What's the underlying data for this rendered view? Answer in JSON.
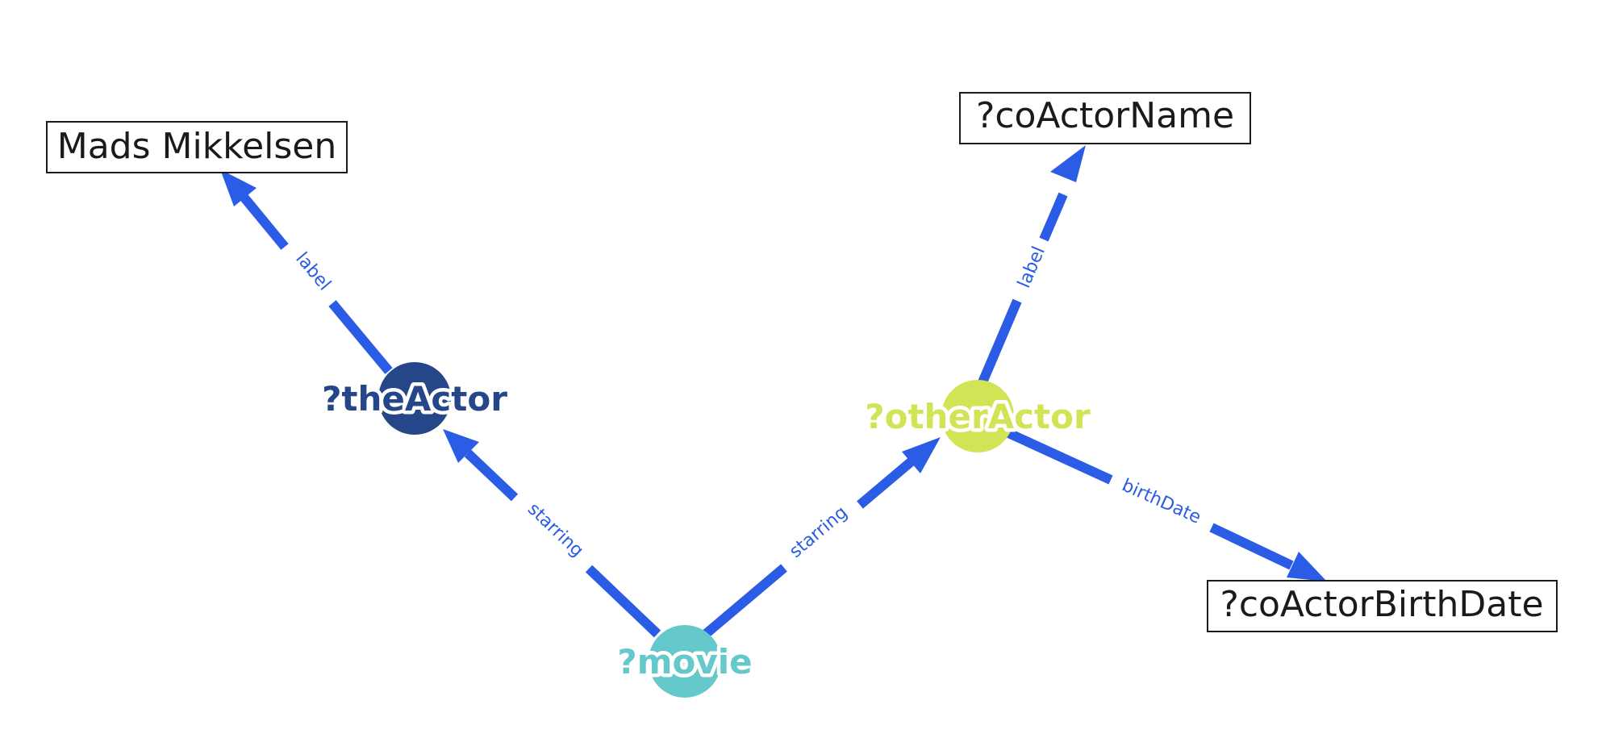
{
  "nodes": {
    "the_actor": {
      "label": "?theActor",
      "color": "#26468a"
    },
    "movie": {
      "label": "?movie",
      "color": "#65c9cc"
    },
    "other_actor": {
      "label": "?otherActor",
      "color": "#d2e356"
    }
  },
  "literals": {
    "actor_name": {
      "label": "Mads Mikkelsen"
    },
    "co_actor_name": {
      "label": "?coActorName"
    },
    "co_actor_birth_date": {
      "label": "?coActorBirthDate"
    }
  },
  "edges": {
    "movie_the_actor": {
      "label": "starring"
    },
    "movie_other_actor": {
      "label": "starring"
    },
    "the_actor_name": {
      "label": "label"
    },
    "other_actor_name": {
      "label": "label"
    },
    "other_actor_birth_date": {
      "label": "birthDate"
    }
  },
  "colors": {
    "edge": "#2b5ce6",
    "literal_border": "#1a1a1a"
  }
}
